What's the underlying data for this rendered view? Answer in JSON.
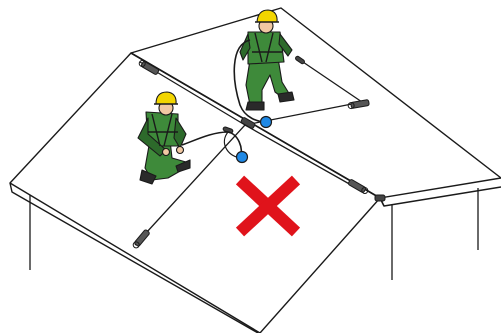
{
  "illustration": {
    "subject": "roof-fall-protection-lifeline",
    "workers_count": 2,
    "anchor_points_count": 8,
    "colors": {
      "outline": "#1a1a1a",
      "roof_fill": "#ffffff",
      "worker_suit": "#3e8a3a",
      "worker_suit_shade": "#2d6a2b",
      "helmet": "#f2d500",
      "skin": "#f1c8a2",
      "lanyard_connector": "#1e88e5",
      "prohibited_mark": "#e0131b"
    },
    "status": {
      "incorrect_mark": "x-cross",
      "meaning": "prohibited"
    }
  }
}
